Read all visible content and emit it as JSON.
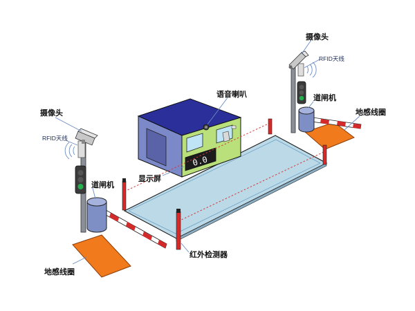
{
  "labels": {
    "camera_left": "摄像头",
    "rfid_left": "RFID天线",
    "gate_left": "道闸机",
    "display": "显示屏",
    "loop_left": "地感线圈",
    "speaker": "语音喇叭",
    "camera_right": "摄像头",
    "rfid_right": "RFID天线",
    "gate_right": "道闸机",
    "loop_right": "地感线圈",
    "infrared": "红外检测器"
  },
  "display_value": "0.0",
  "colors": {
    "platform": "#bcd9e8",
    "booth_front": "#b9e07a",
    "booth_side": "#7c89c8",
    "booth_roof": "#2a2f9a",
    "loop_pad": "#f07a1c",
    "barrier_red": "#d42a2a",
    "gate_cabinet": "#7d8fc4",
    "pole": "#8a8f98"
  }
}
